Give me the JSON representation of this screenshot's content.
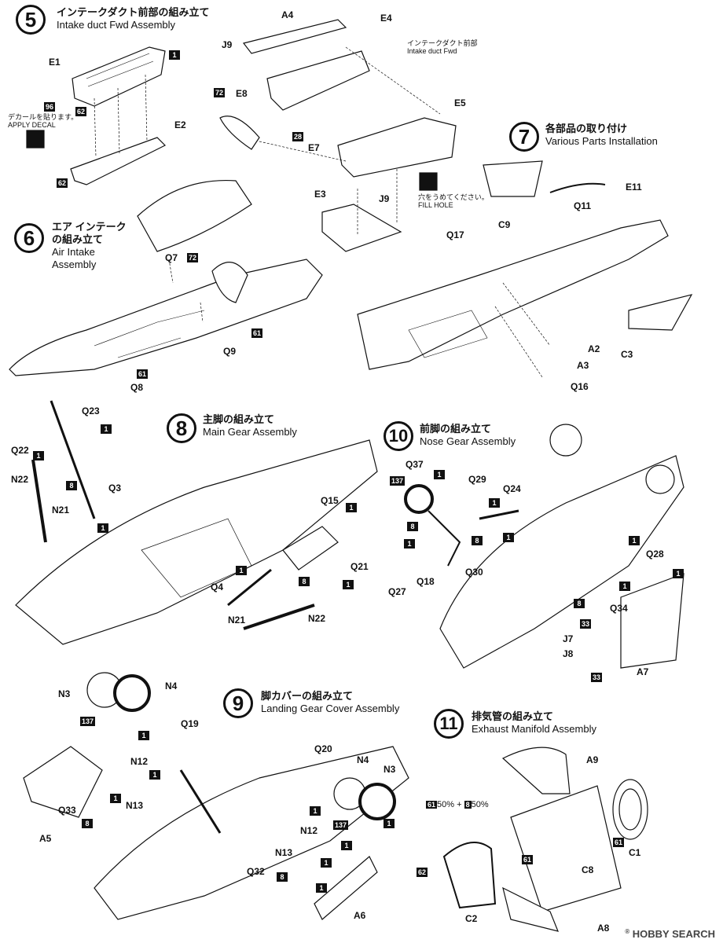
{
  "steps": [
    {
      "num": "5",
      "jp": "インテークダクト前部の組み立て",
      "en": "Intake duct Fwd Assembly"
    },
    {
      "num": "6",
      "jp": "エア インテーク",
      "jp2": "の組み立て",
      "en": "Air Intake",
      "en2": "Assembly"
    },
    {
      "num": "7",
      "jp": "各部品の取り付け",
      "en": "Various Parts Installation"
    },
    {
      "num": "8",
      "jp": "主脚の組み立て",
      "en": "Main Gear Assembly"
    },
    {
      "num": "10",
      "jp": "前脚の組み立て",
      "en": "Nose Gear Assembly"
    },
    {
      "num": "9",
      "jp": "脚カバーの組み立て",
      "en": "Landing Gear Cover Assembly"
    },
    {
      "num": "11",
      "jp": "排気管の組み立て",
      "en": "Exhaust Manifold Assembly"
    }
  ],
  "notes": {
    "intake_fwd_jp": "インテークダクト前部",
    "intake_fwd_en": "Intake duct Fwd",
    "decal_jp": "デカールを貼ります。",
    "decal_en": "APPLY DECAL",
    "fill_jp": "穴をうめてください。",
    "fill_en": "FILL HOLE",
    "mix": "50% + ",
    "mix_tail": "50%"
  },
  "labels": {
    "E1": "E1",
    "E2": "E2",
    "E4": "E4",
    "A4": "A4",
    "J9a": "J9",
    "E5": "E5",
    "E8": "E8",
    "E7": "E7",
    "J9b": "J9",
    "E3": "E3",
    "Q7": "Q7",
    "Q9": "Q9",
    "Q8": "Q8",
    "C9": "C9",
    "E11": "E11",
    "Q11": "Q11",
    "Q17": "Q17",
    "A2": "A2",
    "A3": "A3",
    "C3": "C3",
    "Q16": "Q16",
    "Q23": "Q23",
    "Q22": "Q22",
    "N22a": "N22",
    "N21a": "N21",
    "Q3": "Q3",
    "Q15": "Q15",
    "Q21": "Q21",
    "Q4": "Q4",
    "N21b": "N21",
    "N22b": "N22",
    "Q37": "Q37",
    "Q29": "Q29",
    "Q24": "Q24",
    "Q27": "Q27",
    "Q18": "Q18",
    "Q30": "Q30",
    "Q28": "Q28",
    "Q34": "Q34",
    "J7": "J7",
    "J8": "J8",
    "A7": "A7",
    "N3a": "N3",
    "N4a": "N4",
    "Q19": "Q19",
    "N12a": "N12",
    "N13a": "N13",
    "Q33": "Q33",
    "A5": "A5",
    "Q20": "Q20",
    "N4b": "N4",
    "N3b": "N3",
    "N12b": "N12",
    "N13b": "N13",
    "Q32": "Q32",
    "A6": "A6",
    "A9": "A9",
    "C1": "C1",
    "C8": "C8",
    "C2": "C2",
    "A8": "A8"
  },
  "codes": {
    "c1": "1",
    "c96": "96",
    "c62": "62",
    "c72": "72",
    "c28": "28",
    "c61": "61",
    "c8": "8",
    "c137": "137",
    "c33": "33"
  },
  "watermark": {
    "brand": "HOBBY SEARCH",
    "reg": "®"
  }
}
